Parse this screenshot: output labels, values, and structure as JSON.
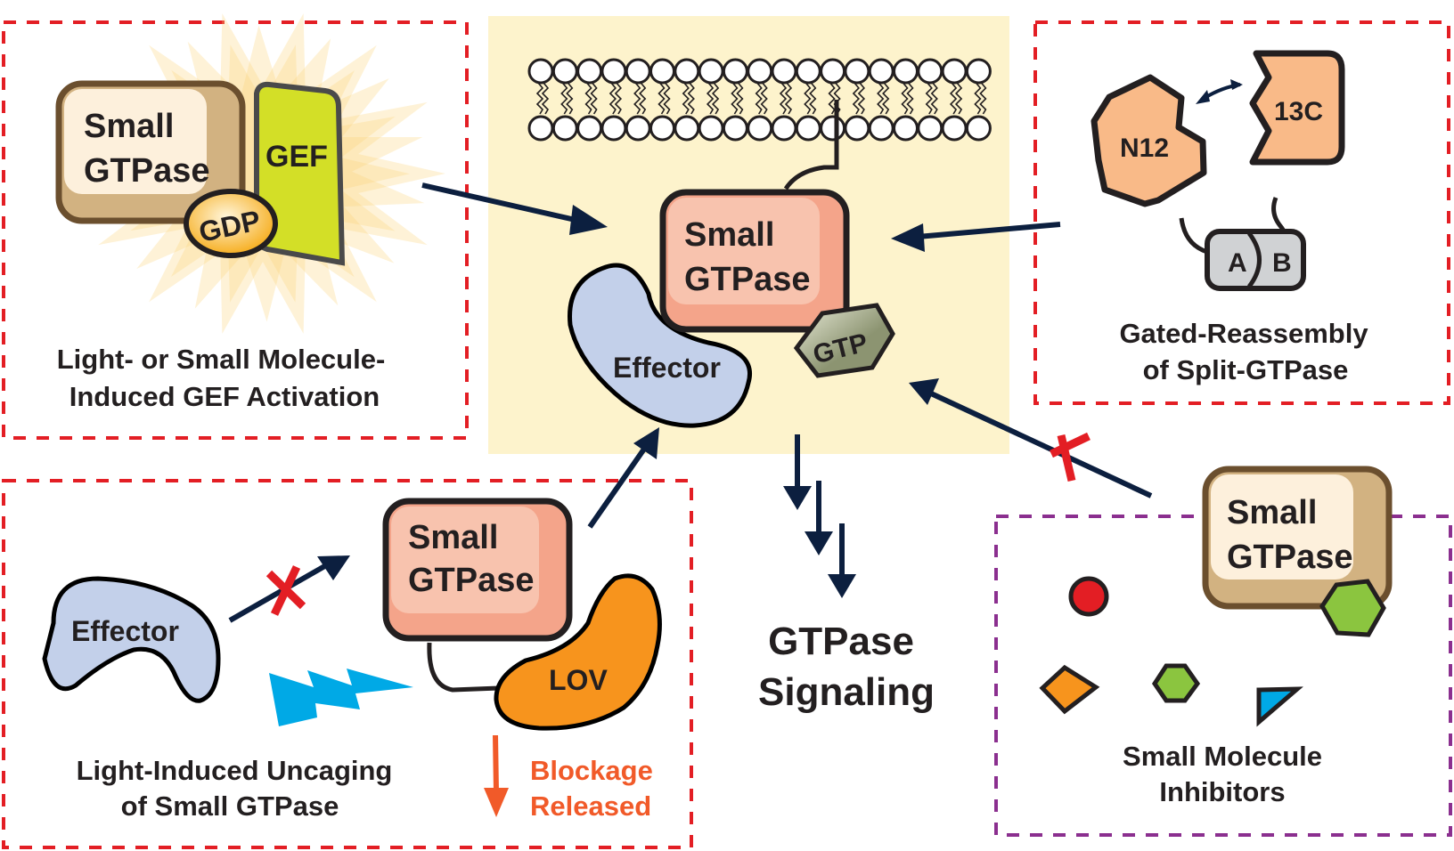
{
  "figure": {
    "colors": {
      "panel_border_red": "#e31e24",
      "panel_border_purple": "#8b2f8f",
      "center_background": "#fdf3cc",
      "arrow": "#0c1f3f",
      "block_x": "#e31e24",
      "gtpase_active_fill": "#f7b9a2",
      "gtpase_inactive_fill": "#fdf0dc",
      "gtpase_inactive_border": "#6b4f2e",
      "gef_fill": "#d3df27",
      "effector_fill": "#c3d0ea",
      "gtp_fill": "#8c9471",
      "gdp_fill": "#fbc34a",
      "split_fill": "#f9ba88",
      "dimer_fill": "#d0d2d4",
      "lov_fill": "#f7941d",
      "light_bolt": "#00a9e6",
      "blockage_text": "#f15a29",
      "inhibitor_circle": "#e31e24",
      "inhibitor_diamond": "#f7941d",
      "inhibitor_hexagon": "#8bc53f",
      "inhibitor_triangle": "#00a9e6"
    },
    "center": {
      "gtpase_line1": "Small",
      "gtpase_line2": "GTPase",
      "gtp_label": "GTP",
      "effector_label": "Effector",
      "signaling_line1": "GTPase",
      "signaling_line2": "Signaling"
    },
    "panel_gef": {
      "gtpase_line1": "Small",
      "gtpase_line2": "GTPase",
      "gef_label": "GEF",
      "gdp_label": "GDP",
      "caption_line1": "Light- or Small Molecule-",
      "caption_line2": "Induced GEF Activation"
    },
    "panel_split": {
      "n_fragment_label": "N12",
      "c_fragment_label": "13C",
      "dimer_a_label": "A",
      "dimer_b_label": "B",
      "caption_line1": "Gated-Reassembly",
      "caption_line2": "of Split-GTPase"
    },
    "panel_uncaging": {
      "effector_label": "Effector",
      "gtpase_line1": "Small",
      "gtpase_line2": "GTPase",
      "lov_label": "LOV",
      "caption_line1": "Light-Induced Uncaging",
      "caption_line2": "of Small GTPase",
      "blockage_line1": "Blockage",
      "blockage_line2": "Released"
    },
    "panel_inhibitors": {
      "gtpase_line1": "Small",
      "gtpase_line2": "GTPase",
      "caption_line1": "Small Molecule",
      "caption_line2": "Inhibitors"
    }
  }
}
